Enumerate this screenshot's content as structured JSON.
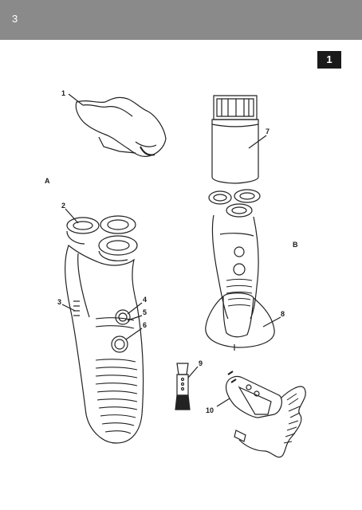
{
  "page": {
    "number": "3",
    "section": "1"
  },
  "labels": {
    "fig_a": "A",
    "fig_b": "B",
    "c1": "1",
    "c2": "2",
    "c3": "3",
    "c4": "4",
    "c5": "5",
    "c6": "6",
    "c7": "7",
    "c8": "8",
    "c9": "9",
    "c10": "10"
  },
  "colors": {
    "header": "#8a8a8a",
    "badge": "#1a1a1a",
    "line": "#222222"
  }
}
